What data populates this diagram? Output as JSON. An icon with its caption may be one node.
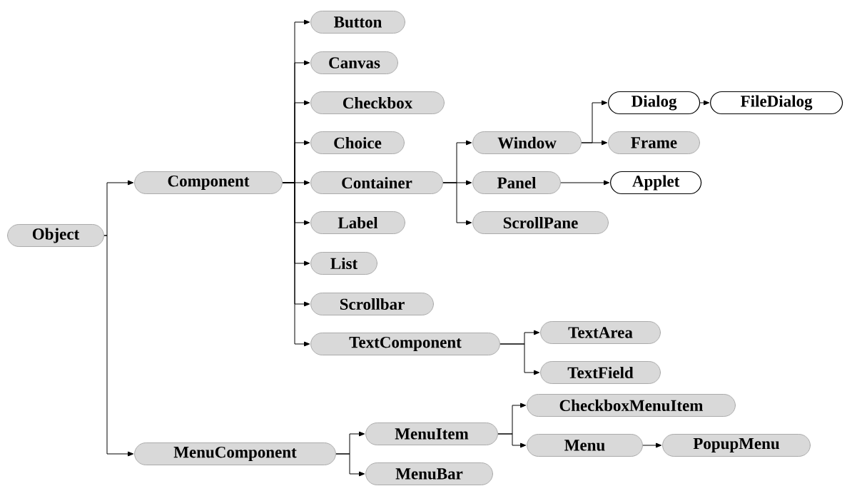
{
  "diagram": {
    "nodes": [
      {
        "text": [
          "Object"
        ]
      },
      {
        "text": [
          "Component"
        ]
      },
      {
        "text": [
          "MenuComponent"
        ]
      },
      {
        "text": [
          "Button"
        ]
      },
      {
        "text": [
          "Canvas"
        ]
      },
      {
        "text": [
          "Checkbox"
        ]
      },
      {
        "text": [
          "Choice"
        ]
      },
      {
        "text": [
          "Container"
        ]
      },
      {
        "text": [
          "Label"
        ]
      },
      {
        "text": [
          "List"
        ]
      },
      {
        "text": [
          "Scrollbar"
        ]
      },
      {
        "text": [
          "TextComponent"
        ]
      },
      {
        "text": [
          "Window"
        ]
      },
      {
        "text": [
          "Panel"
        ]
      },
      {
        "text": [
          "ScrollPane"
        ]
      },
      {
        "text": [
          "Dialog"
        ]
      },
      {
        "text": [
          "Frame"
        ]
      },
      {
        "text": [
          "FileDialog"
        ]
      },
      {
        "text": [
          "Applet"
        ]
      },
      {
        "text": [
          "TextArea"
        ]
      },
      {
        "text": [
          "TextField"
        ]
      },
      {
        "text": [
          "MenuItem"
        ]
      },
      {
        "text": [
          "MenuBar"
        ]
      },
      {
        "text": [
          "CheckboxMenuItem"
        ]
      },
      {
        "text": [
          "Menu"
        ]
      },
      {
        "text": [
          "PopupMenu"
        ]
      }
    ],
    "edges": [
      {
        "from": 0,
        "to": 1,
        "arrow": "to"
      },
      {
        "from": 0,
        "to": 2,
        "arrow": "to"
      },
      {
        "from": 1,
        "to": 3,
        "arrow": "to"
      },
      {
        "from": 1,
        "to": 4,
        "arrow": "to"
      },
      {
        "from": 1,
        "to": 5,
        "arrow": "to"
      },
      {
        "from": 1,
        "to": 6,
        "arrow": "to"
      },
      {
        "from": 1,
        "to": 7,
        "arrow": "to"
      },
      {
        "from": 1,
        "to": 8,
        "arrow": "to"
      },
      {
        "from": 1,
        "to": 9,
        "arrow": "to"
      },
      {
        "from": 1,
        "to": 10,
        "arrow": "to"
      },
      {
        "from": 1,
        "to": 11,
        "arrow": "to"
      },
      {
        "from": 7,
        "to": 12,
        "arrow": "to"
      },
      {
        "from": 7,
        "to": 13,
        "arrow": "to"
      },
      {
        "from": 7,
        "to": 14,
        "arrow": "to"
      },
      {
        "from": 12,
        "to": 15,
        "arrow": "to"
      },
      {
        "from": 12,
        "to": 16,
        "arrow": "to"
      },
      {
        "from": 15,
        "to": 17,
        "arrow": "to"
      },
      {
        "from": 13,
        "to": 18,
        "arrow": "to"
      },
      {
        "from": 11,
        "to": 19,
        "arrow": "to"
      },
      {
        "from": 11,
        "to": 20,
        "arrow": "to"
      },
      {
        "from": 2,
        "to": 21,
        "arrow": "to"
      },
      {
        "from": 2,
        "to": 22,
        "arrow": "to"
      },
      {
        "from": 21,
        "to": 23,
        "arrow": "to"
      },
      {
        "from": 21,
        "to": 24,
        "arrow": "to"
      },
      {
        "from": 24,
        "to": 25,
        "arrow": "to"
      }
    ]
  }
}
